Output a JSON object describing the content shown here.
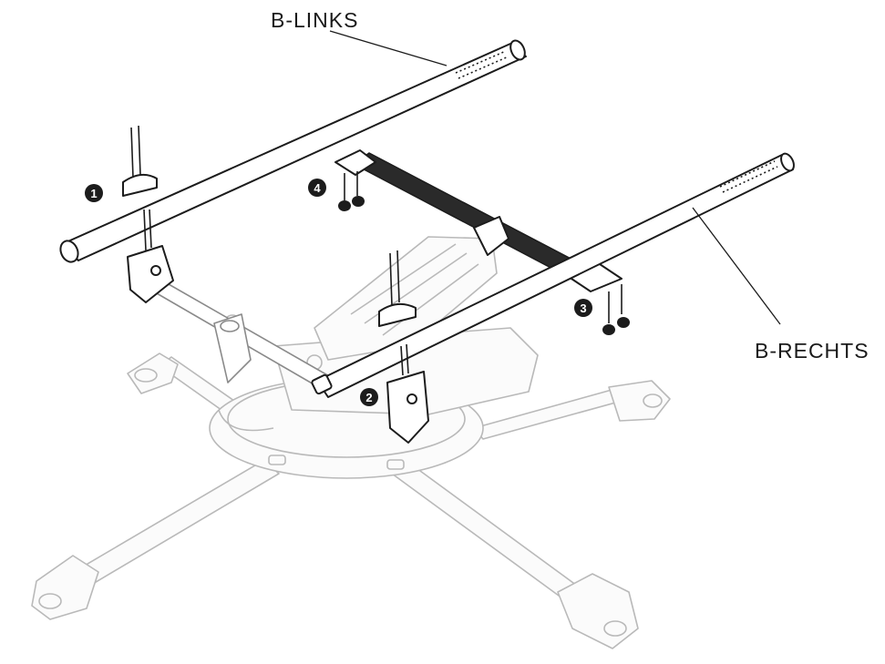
{
  "labels": {
    "left_bar": "B-LINKS",
    "right_bar": "B-RECHTS"
  },
  "steps": [
    "1",
    "2",
    "3",
    "4"
  ],
  "icons": {
    "step_marker": "filled-black-circle"
  },
  "colors": {
    "ink": "#1c1c1c",
    "faint": "#b9b9b9"
  }
}
